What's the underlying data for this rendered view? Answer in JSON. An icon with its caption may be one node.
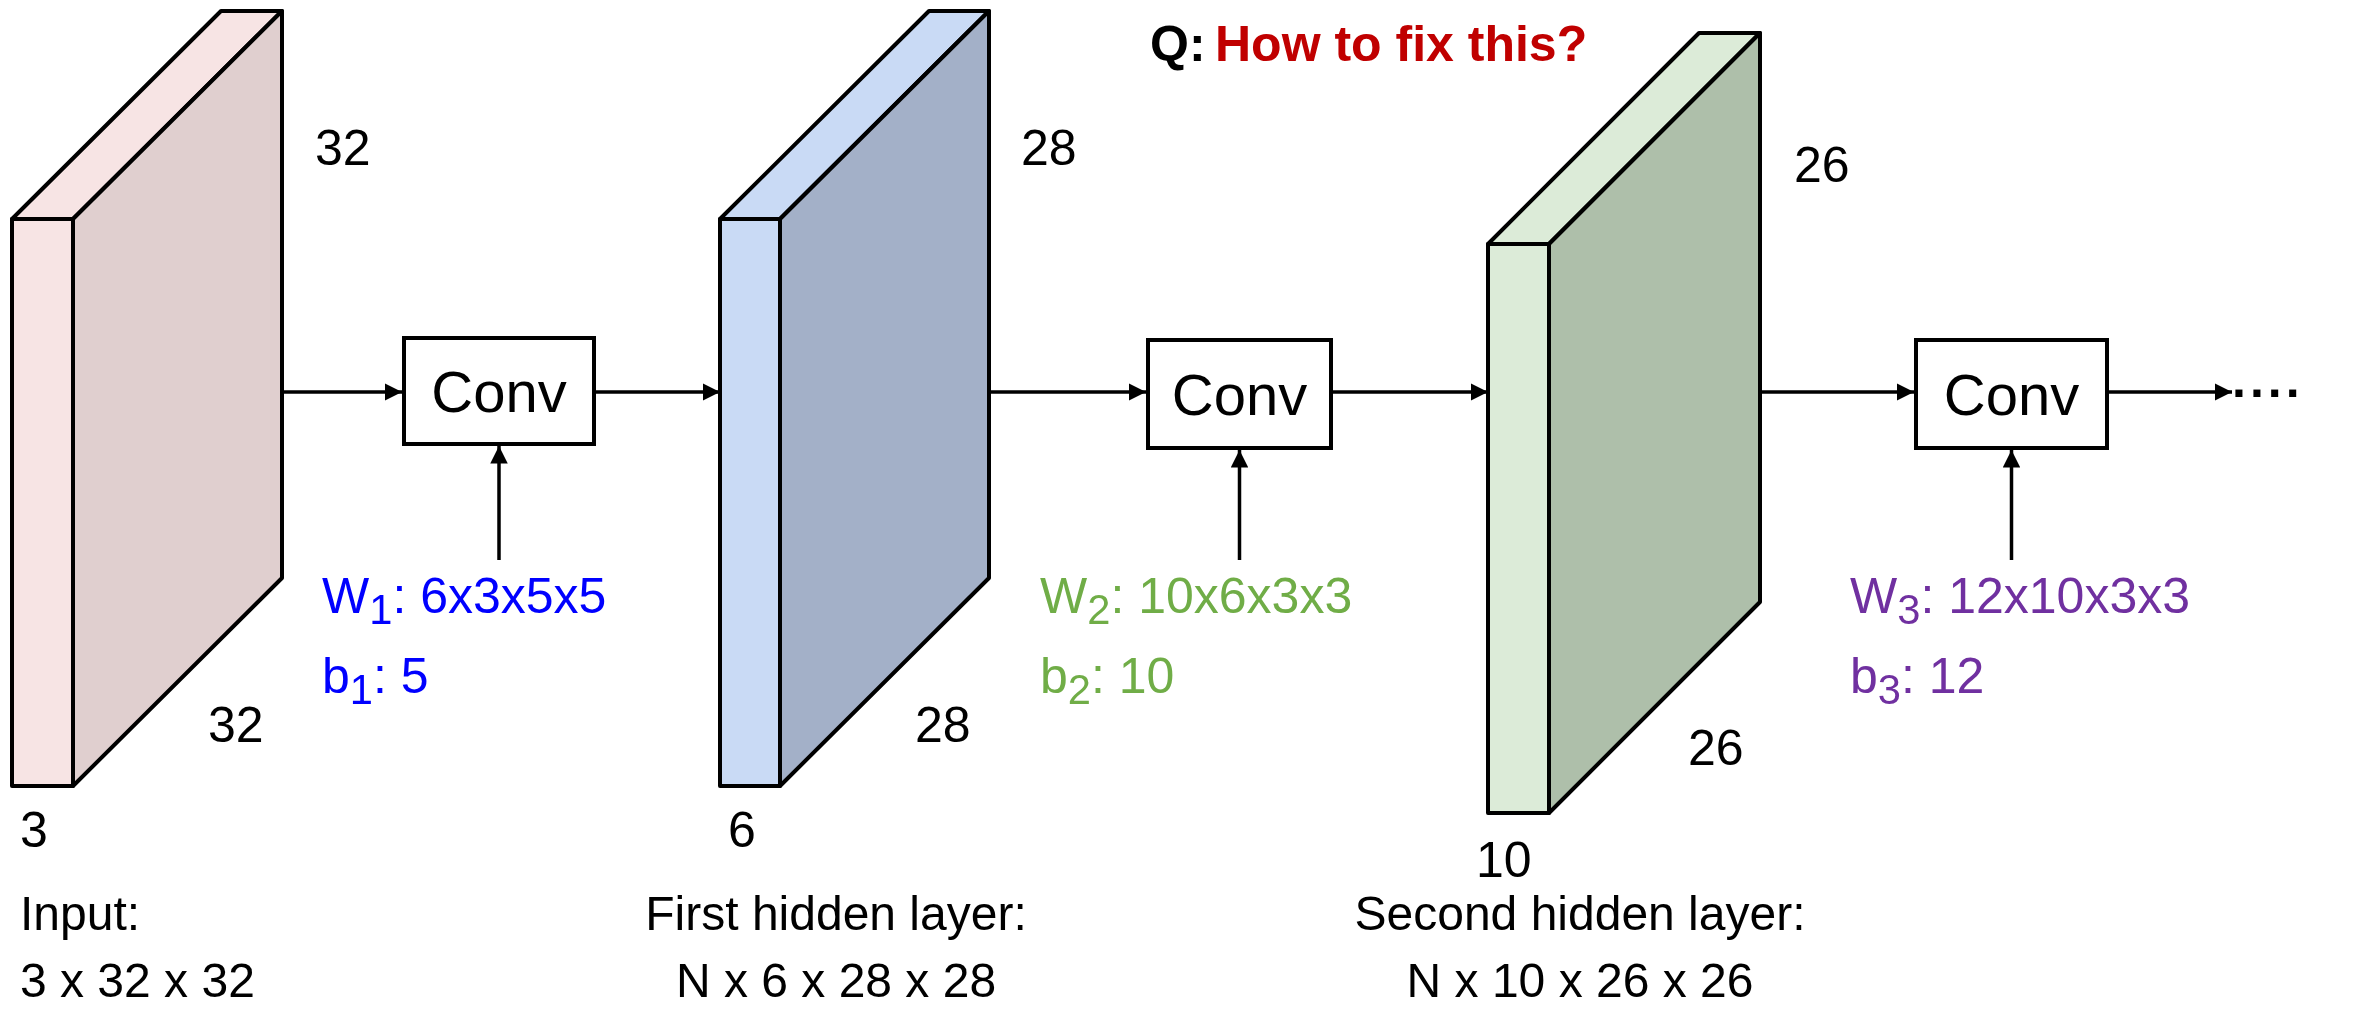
{
  "diagram": {
    "nodes": [
      {
        "text": [],
        "shape": "box",
        "beside": [
          "32",
          "32",
          "3",
          "Input: 3 x 32 x 32"
        ]
      },
      {
        "text": [
          "Conv"
        ]
      },
      {
        "text": [
          "W$_{1}$: 6x3x5x5",
          "b$_{1}$: 5"
        ]
      },
      {
        "text": [],
        "shape": "box",
        "beside": [
          "28",
          "28",
          "6",
          "First hidden layer: N x 6 x 28 x 28"
        ]
      },
      {
        "text": [
          "Conv"
        ]
      },
      {
        "text": [
          "W$_{2}$: 10x6x3x3",
          "b$_{2}$: 10"
        ]
      },
      {
        "text": [],
        "shape": "box",
        "beside": [
          "26",
          "26",
          "10",
          "Second hidden layer: N x 10 x 26 x 26"
        ]
      },
      {
        "text": [
          "Conv"
        ]
      },
      {
        "text": [
          "W$_{3}$: 12x10x3x3",
          "b$_{3}$: 12"
        ]
      },
      {
        "text": [
          "...."
        ]
      }
    ],
    "edges": [
      {
        "from": 0,
        "to": 1,
        "arrow": "to"
      },
      {
        "from": 2,
        "to": 1,
        "arrow": "to"
      },
      {
        "from": 1,
        "to": 3,
        "arrow": "to"
      },
      {
        "from": 3,
        "to": 4,
        "arrow": "to"
      },
      {
        "from": 5,
        "to": 4,
        "arrow": "to"
      },
      {
        "from": 4,
        "to": 6,
        "arrow": "to"
      },
      {
        "from": 6,
        "to": 7,
        "arrow": "to"
      },
      {
        "from": 8,
        "to": 7,
        "arrow": "to"
      },
      {
        "from": 7,
        "to": 9,
        "arrow": "to"
      }
    ],
    "labels": [
      "Q:",
      "How to fix this?"
    ]
  }
}
